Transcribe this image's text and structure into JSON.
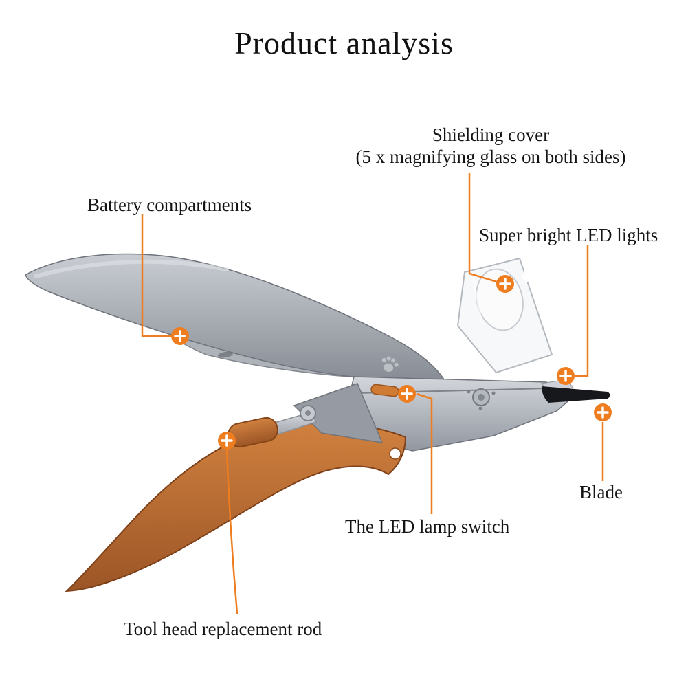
{
  "title": "Product analysis",
  "annotations": {
    "shielding_cover": {
      "line1": "Shielding cover",
      "line2": "(5 x magnifying glass on both sides)"
    },
    "battery_compartments": {
      "label": "Battery compartments"
    },
    "super_bright_led": {
      "label": "Super bright LED lights"
    },
    "blade": {
      "label": "Blade"
    },
    "led_lamp_switch": {
      "label": "The LED lamp switch"
    },
    "tool_head_rod": {
      "label": "Tool head replacement rod"
    }
  },
  "colors": {
    "accent_orange": "#ed7d1f",
    "handle_gray": "#9aa0a8",
    "handle_orange": "#bf6a31",
    "blade_black": "#17181c",
    "background": "#ffffff",
    "text": "#141414"
  },
  "marker_icon": "plus"
}
